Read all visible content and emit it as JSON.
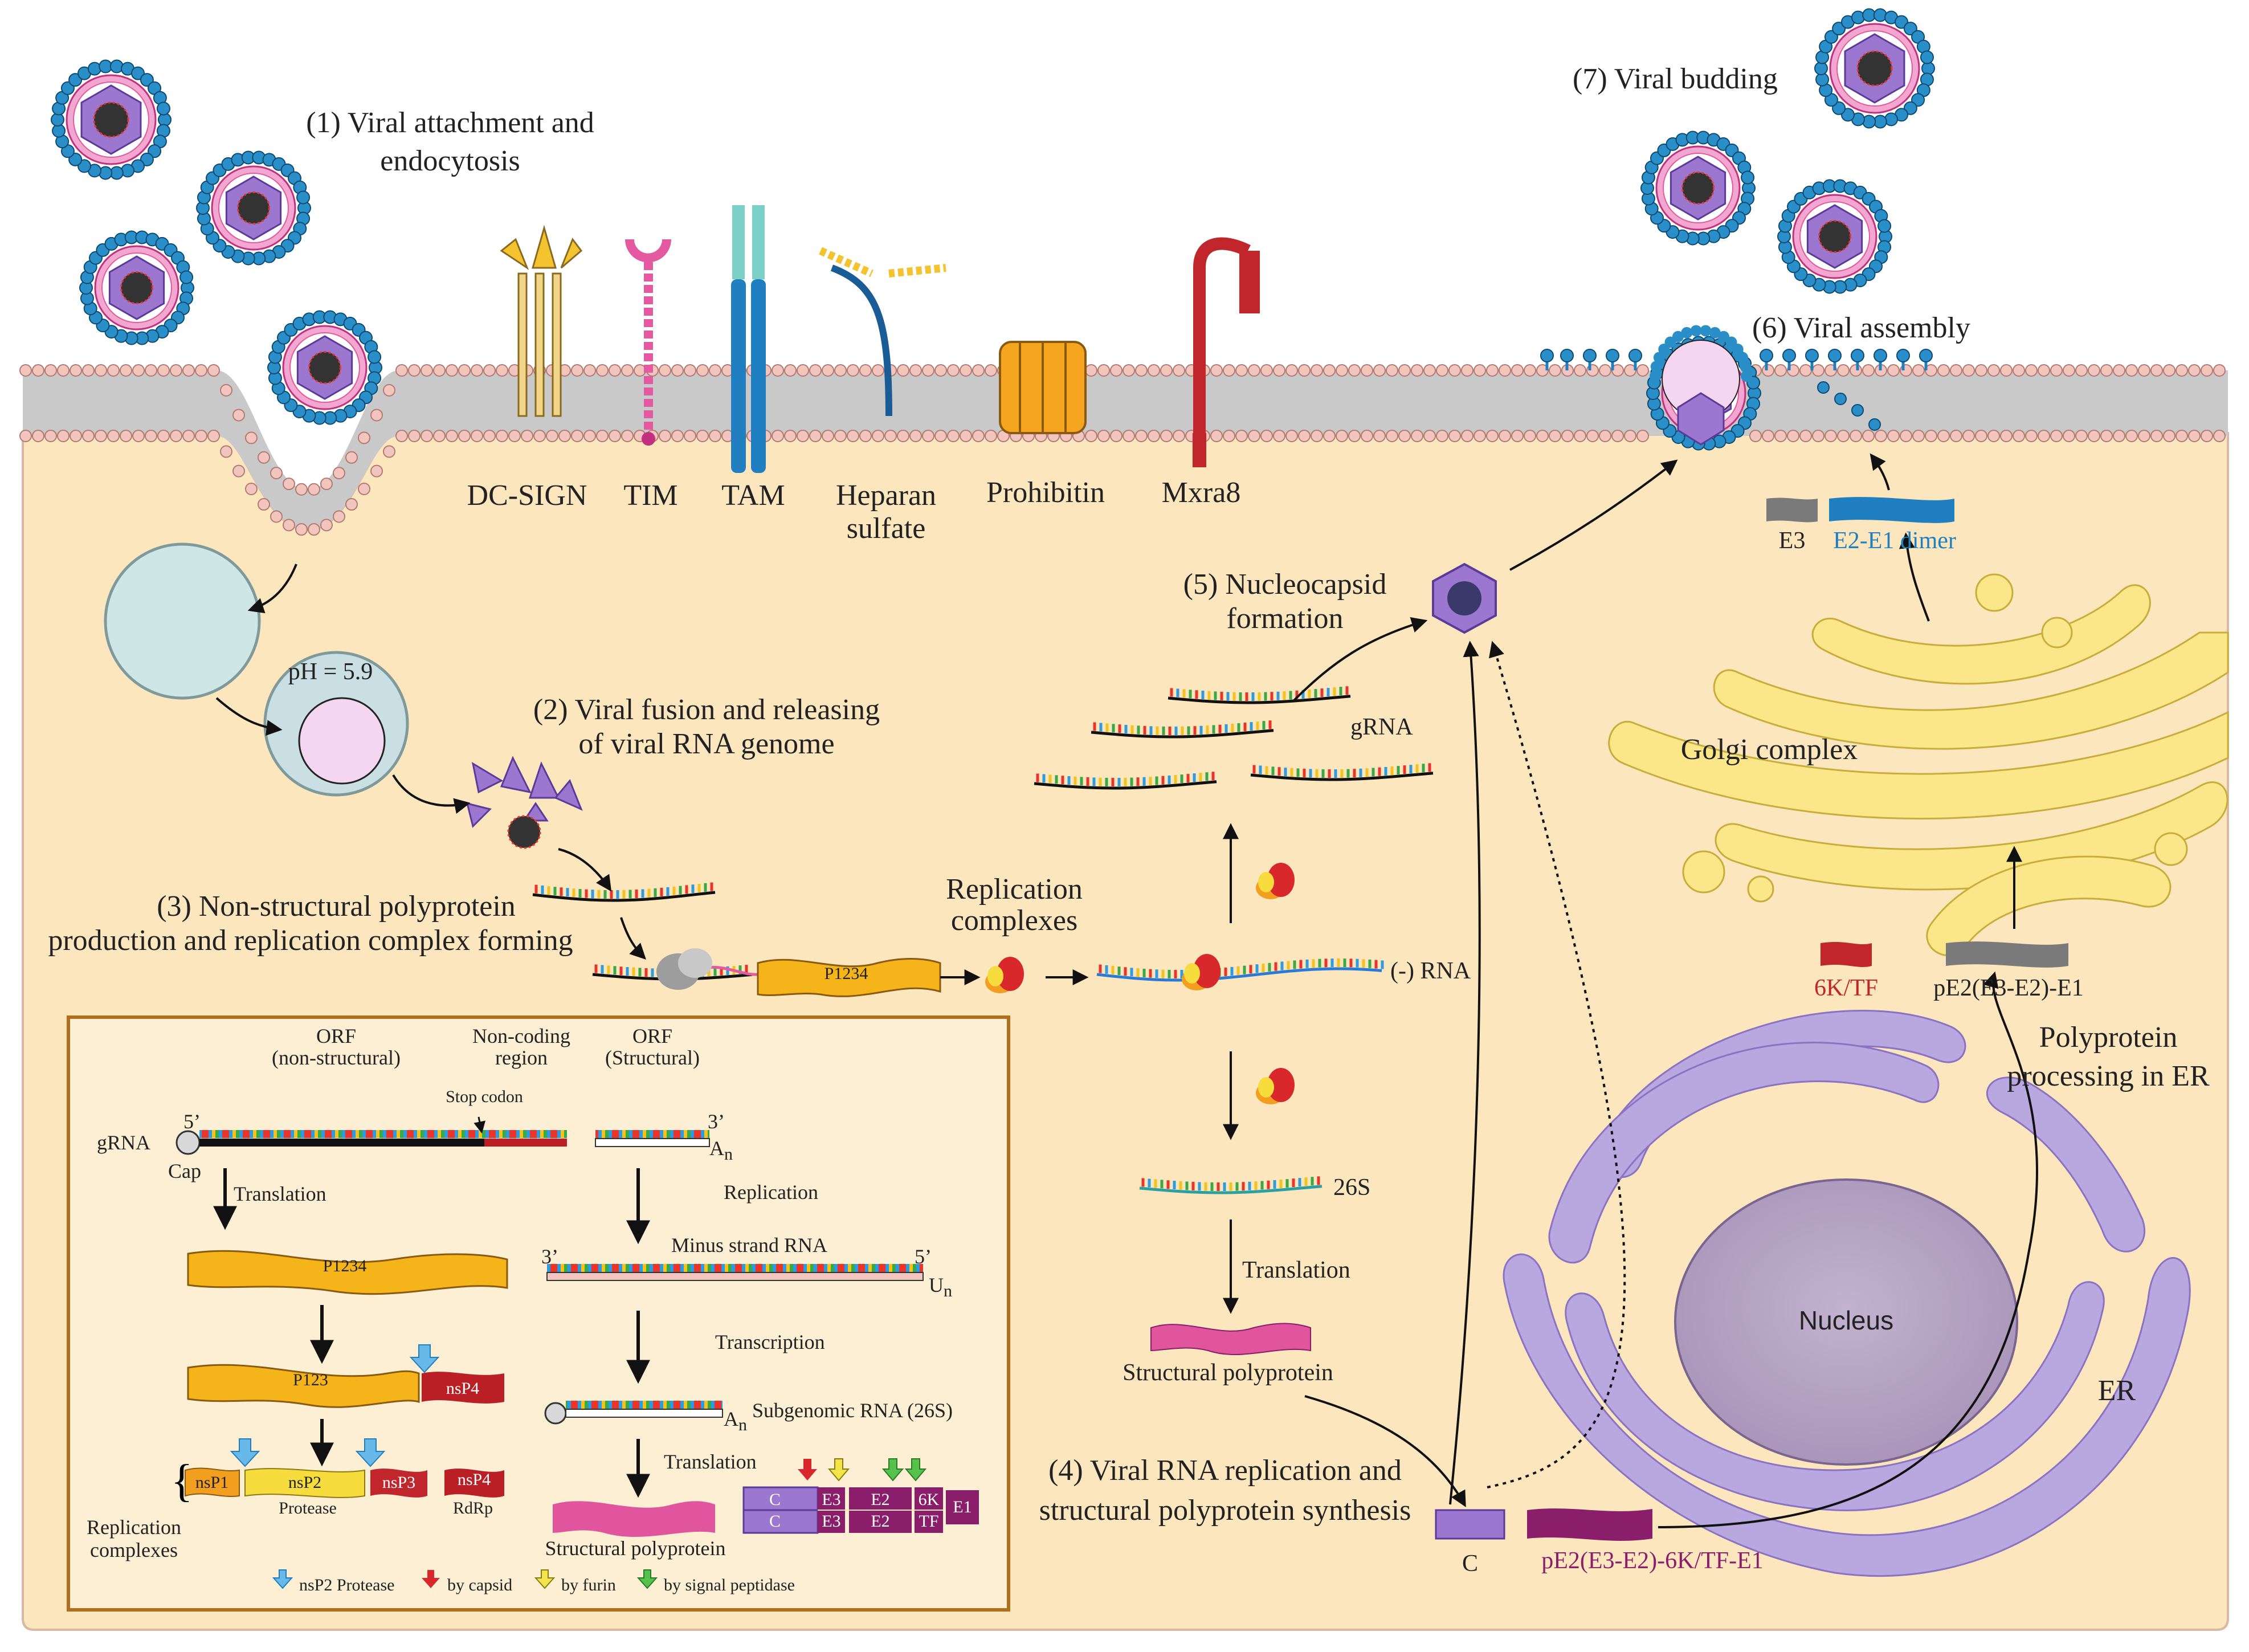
{
  "steps": {
    "s1": [
      "(1) Viral attachment and",
      "endocytosis"
    ],
    "s2": [
      "(2) Viral fusion and releasing",
      "of viral RNA genome"
    ],
    "s3": [
      "(3) Non-structural polyprotein",
      "production and replication complex forming"
    ],
    "s4": [
      "(4) Viral RNA replication and",
      "structural polyprotein synthesis"
    ],
    "s5": [
      "(5) Nucleocapsid",
      "formation"
    ],
    "s6": "(6) Viral assembly",
    "s7": "(7) Viral budding"
  },
  "receptors": [
    "DC-SIGN",
    "TIM",
    "TAM",
    "Heparan",
    "sulfate",
    "Prohibitin",
    "Mxra8"
  ],
  "labels": {
    "ph": "pH = 5.9",
    "replication_complexes": [
      "Replication",
      "complexes"
    ],
    "p1234": "P1234",
    "minus_rna": "(-) RNA",
    "grna": "gRNA",
    "s26": "26S",
    "translation": "Translation",
    "structural_polyprotein": "Structural polyprotein",
    "c": "C",
    "pe2_full": "pE2(E3-E2)-6K/TF-E1",
    "e3": "E3",
    "e2e1": "E2-E1 dimer",
    "golgi": "Golgi complex",
    "k6tf": "6K/TF",
    "pe2_e1": "pE2(E3-E2)-E1",
    "polyprotein_processing": [
      "Polyprotein",
      "processing in ER"
    ],
    "nucleus": "Nucleus",
    "er": "ER"
  },
  "inset": {
    "orf_ns": [
      "ORF",
      "(non-structural)"
    ],
    "noncoding": [
      "Non-coding",
      "region"
    ],
    "orf_s": [
      "ORF",
      "(Structural)"
    ],
    "stop_codon": "Stop codon",
    "grna": "gRNA",
    "five_prime": "5’",
    "three_prime": "3’",
    "an": "A",
    "an_sub": "n",
    "un": "U",
    "un_sub": "n",
    "cap": "Cap",
    "translation": "Translation",
    "replication": "Replication",
    "minus_strand": "Minus strand RNA",
    "transcription": "Transcription",
    "subgenomic": "Subgenomic RNA (26S)",
    "translation2": "Translation",
    "p1234": "P1234",
    "p123": "P123",
    "nsp1": "nsP1",
    "nsp2": "nsP2",
    "nsp3": "nsP3",
    "nsp4": "nsP4",
    "protease": "Protease",
    "rdrp": "RdRp",
    "replication_complexes": [
      "Replication",
      "complexes"
    ],
    "structural_polyprotein": "Structural polyprotein",
    "seg_c": "C",
    "seg_e3": "E3",
    "seg_e2": "E2",
    "seg_6k": "6K",
    "seg_tf": "TF",
    "seg_e1": "E1",
    "legend": [
      "nsP2 Protease",
      "by capsid",
      "by furin",
      "by signal peptidase"
    ]
  },
  "colors": {
    "cytoplasm": "#fbe6bd",
    "membrane_head": "#f2c6be",
    "receptor_blue": "#1f7fc0",
    "golgi": "#fbe68a",
    "er": "#b9a7df",
    "nucleus": "#b8a6c7",
    "polyprotein_orange": "#f4b41a",
    "nsp4_red": "#b91f24",
    "structural_pink": "#e0559d",
    "structural_purple": "#8a1e6a",
    "capsid_purple": "#9c77cf"
  }
}
